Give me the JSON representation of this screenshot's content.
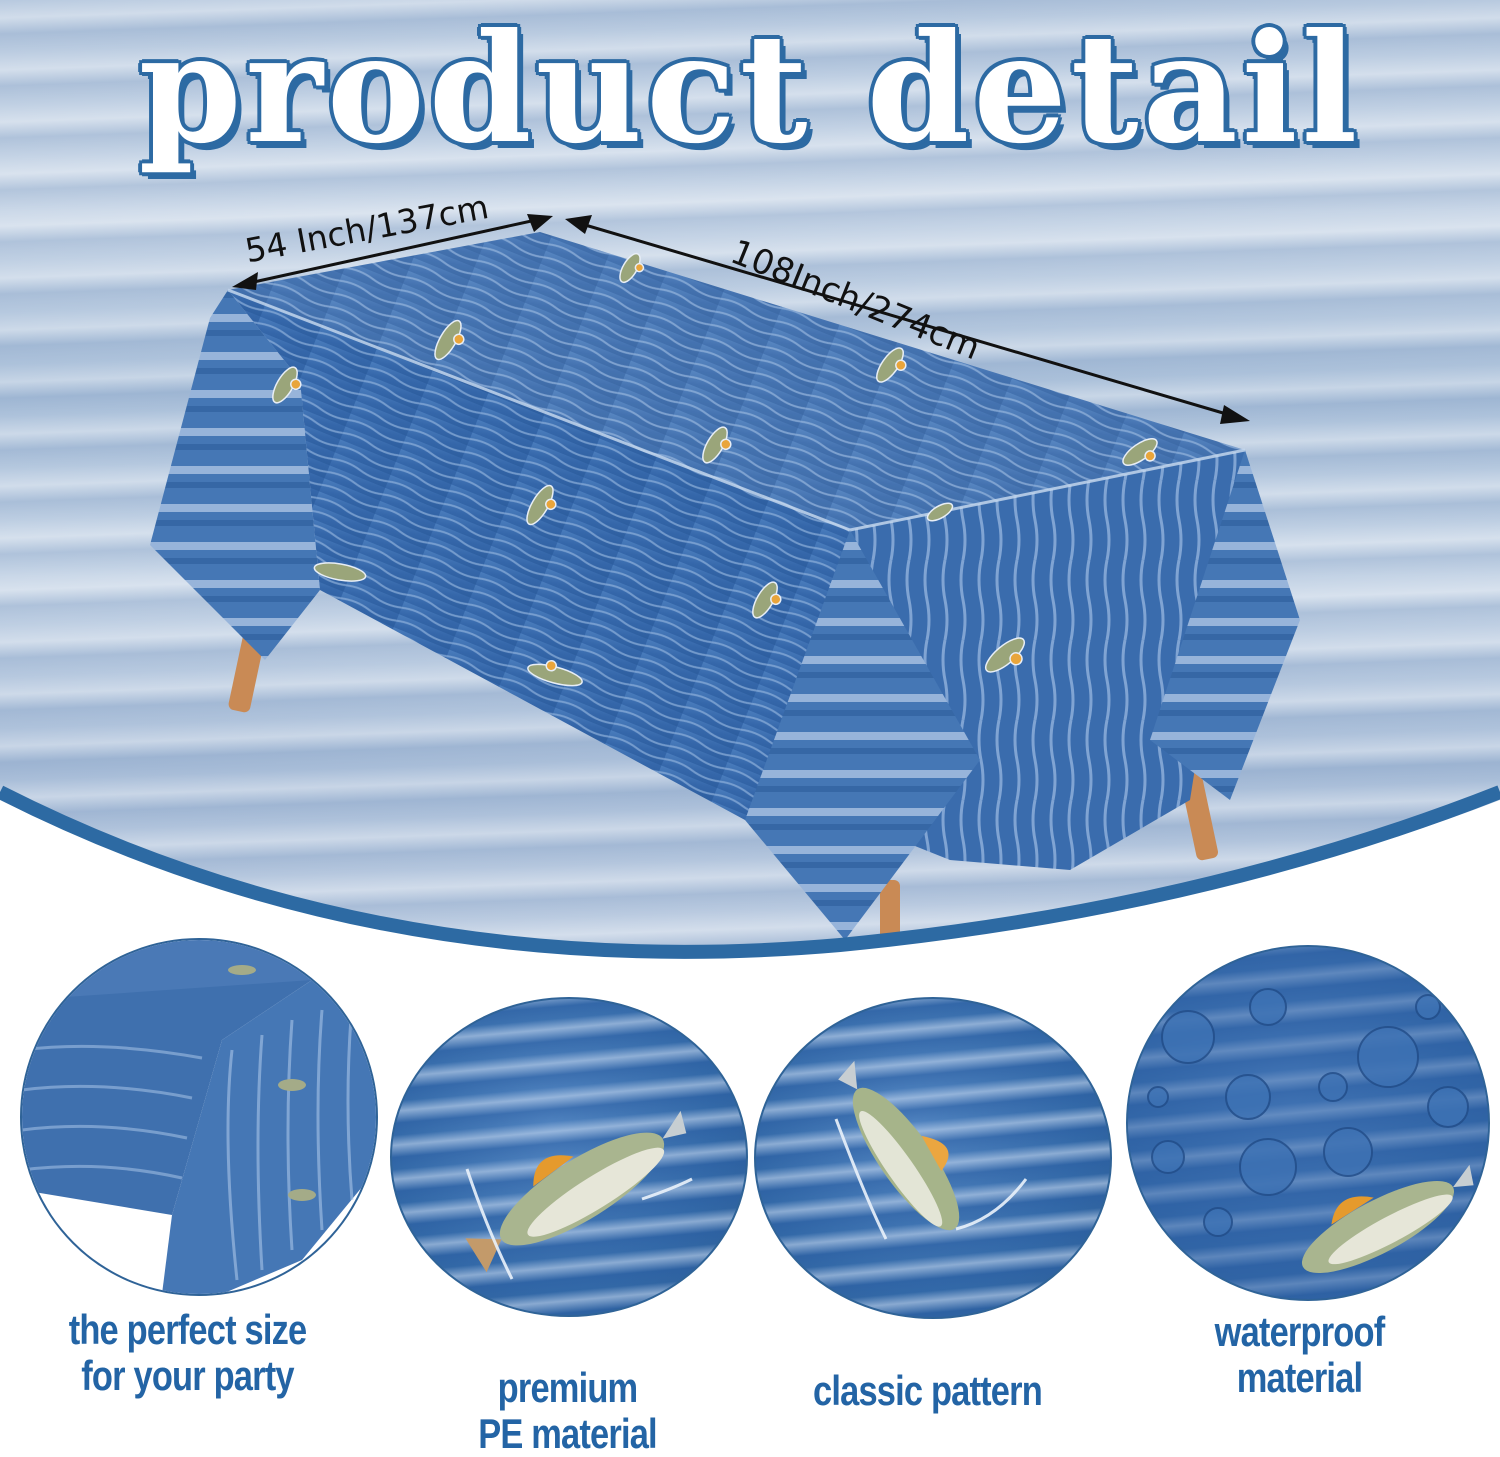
{
  "title": "product detail",
  "dimensions": {
    "width_label": "54 Inch/137cm",
    "length_label": "108Inch/274cm"
  },
  "features": [
    {
      "label_line1": "the perfect size",
      "label_line2": "for your party",
      "image": "tablecloth-corner-closeup"
    },
    {
      "label_line1": "premium",
      "label_line2": "PE material",
      "image": "jumping-fish-right"
    },
    {
      "label_line1": "classic pattern",
      "label_line2": "",
      "image": "jumping-fish-left"
    },
    {
      "label_line1": "waterproof",
      "label_line2": "material",
      "image": "water-droplets-fish"
    }
  ],
  "colors": {
    "accent_blue": "#2d6aa3",
    "caption_blue": "#2364a5",
    "tablecloth_blue": "#3d6fb0",
    "table_leg": "#c98a55",
    "background_sky": "#bccde2"
  }
}
